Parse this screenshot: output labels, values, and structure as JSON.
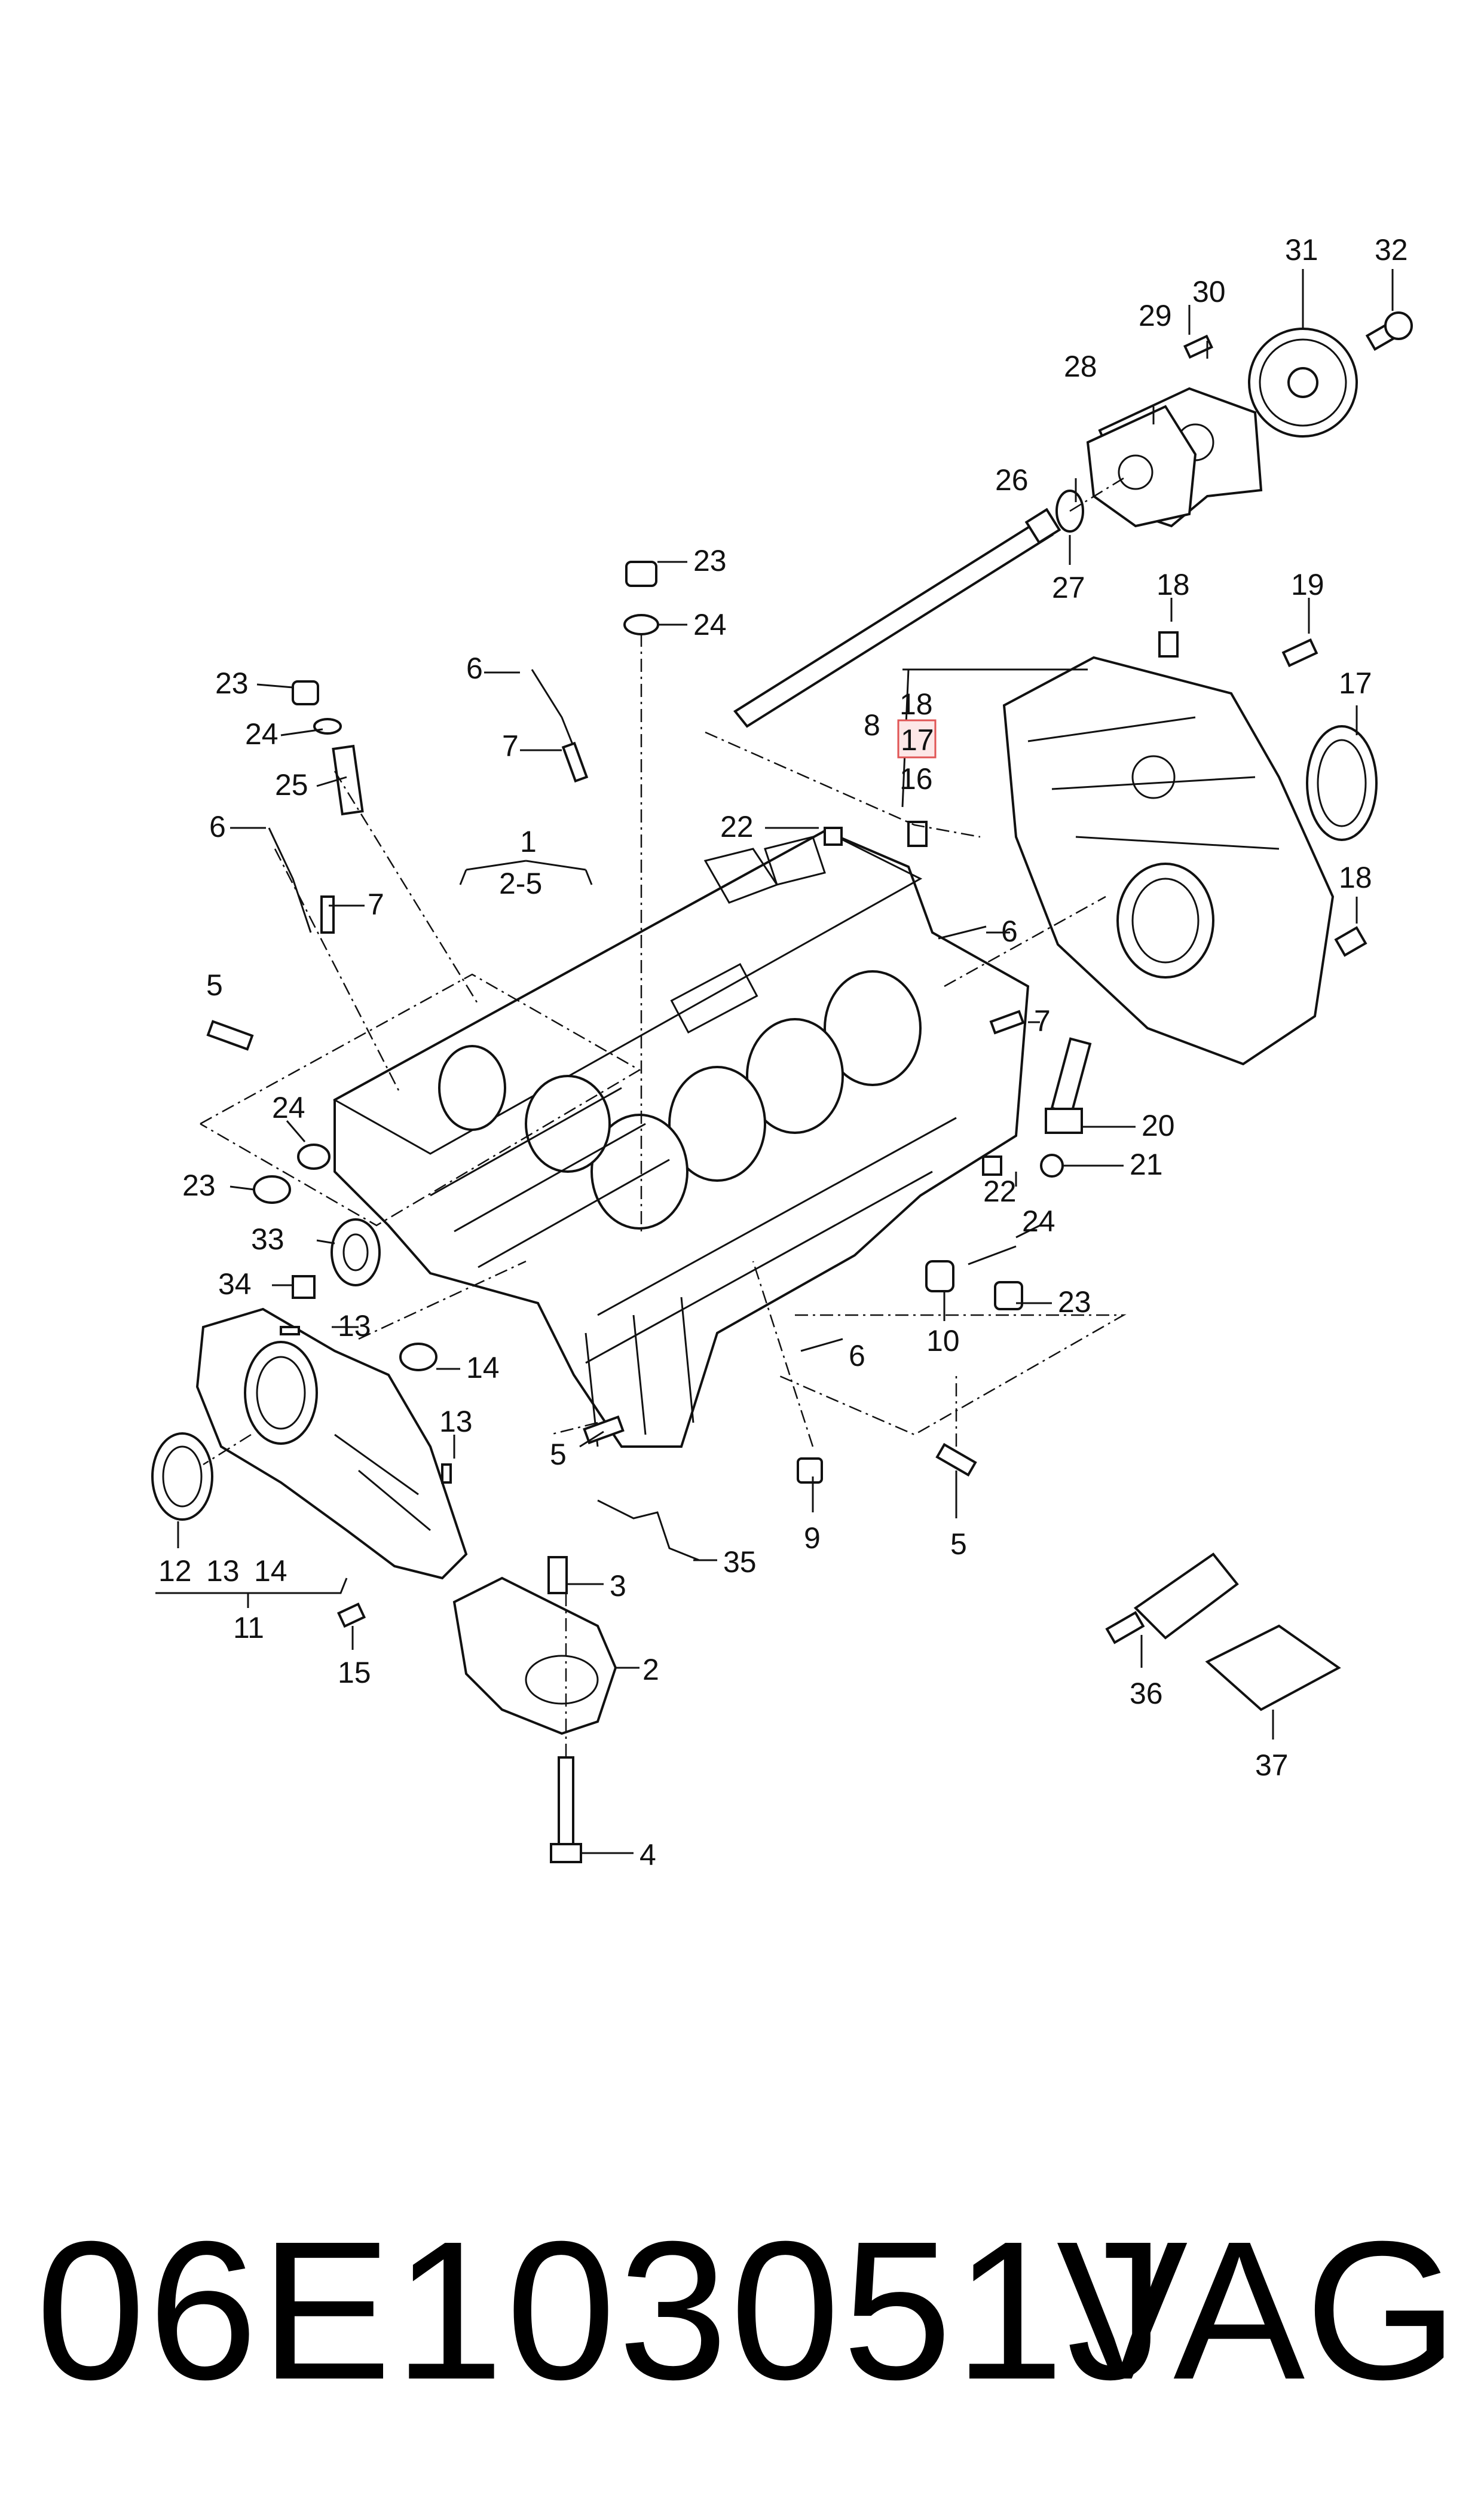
{
  "callouts": {
    "c1": "1",
    "c2": "2",
    "c3": "3",
    "c4": "4",
    "c5a": "5",
    "c5b": "5",
    "c5c": "5",
    "c6a": "6",
    "c6b": "6",
    "c6c": "6",
    "c6d": "6",
    "c7a": "7",
    "c7b": "7",
    "c7c": "7",
    "c8": "8",
    "c9": "9",
    "c10": "10",
    "c11": "11",
    "c12": "12",
    "c13a": "13",
    "c13b": "13",
    "c13c": "13",
    "c14a": "14",
    "c14b": "14",
    "c15": "15",
    "c16": "16",
    "c17a": "17",
    "c17b": "17",
    "c18a": "18",
    "c18b": "18",
    "c18c": "18",
    "c19": "19",
    "c20": "20",
    "c21": "21",
    "c22a": "22",
    "c22b": "22",
    "c23a": "23",
    "c23b": "23",
    "c23c": "23",
    "c23d": "23",
    "c24a": "24",
    "c24b": "24",
    "c24c": "24",
    "c24d": "24",
    "c25": "25",
    "c26": "26",
    "c27": "27",
    "c28": "28",
    "c29": "29",
    "c30": "30",
    "c31": "31",
    "c32": "32",
    "c33": "33",
    "c34": "34",
    "c35": "35",
    "c36": "36",
    "c37": "37",
    "c2to5": "2-5"
  },
  "footer": {
    "part_number": "06E103051J",
    "brand": "VAG"
  },
  "colors": {
    "ink": "#111111",
    "highlight_border": "#e05555",
    "highlight_fill": "#fde7e7"
  }
}
